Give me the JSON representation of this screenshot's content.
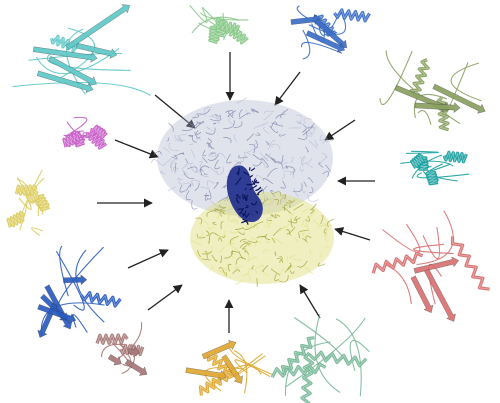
{
  "colors": {
    "arrow": "#222222",
    "ribosome_large_subunit": "#a8aec8",
    "ribosome_small_subunit": "#dcdc78",
    "trna": "#1c2a8c",
    "cyan": "#5fc8c8",
    "green": "#88c888",
    "blue_green": "#3a6ec8",
    "olive": "#8aa060",
    "magenta": "#c860c8",
    "teal": "#1aa0a0",
    "yellow": "#dccc60",
    "salmon": "#d87070",
    "blue": "#2a5cc0",
    "mint": "#78b898",
    "mauve": "#a87878",
    "orange": "#e0a830"
  },
  "proteins": [
    {
      "name": "protein-cyan-elongated",
      "color_key": "cyan",
      "style": "beta-long"
    },
    {
      "name": "protein-green-helical",
      "color_key": "green",
      "style": "helix"
    },
    {
      "name": "protein-blue-green-domain",
      "color_key": "blue_green",
      "style": "mixed"
    },
    {
      "name": "protein-olive-multidomain",
      "color_key": "olive",
      "style": "mixed"
    },
    {
      "name": "protein-magenta-small",
      "color_key": "magenta",
      "style": "helix"
    },
    {
      "name": "protein-teal-helical",
      "color_key": "teal",
      "style": "helix"
    },
    {
      "name": "protein-yellow-small",
      "color_key": "yellow",
      "style": "helix"
    },
    {
      "name": "protein-salmon-large",
      "color_key": "salmon",
      "style": "mixed"
    },
    {
      "name": "protein-blue-beta",
      "color_key": "blue",
      "style": "beta"
    },
    {
      "name": "protein-mauve-small",
      "color_key": "mauve",
      "style": "mixed"
    },
    {
      "name": "protein-orange-domain",
      "color_key": "orange",
      "style": "mixed"
    },
    {
      "name": "protein-mint-large",
      "color_key": "mint",
      "style": "helix"
    }
  ]
}
